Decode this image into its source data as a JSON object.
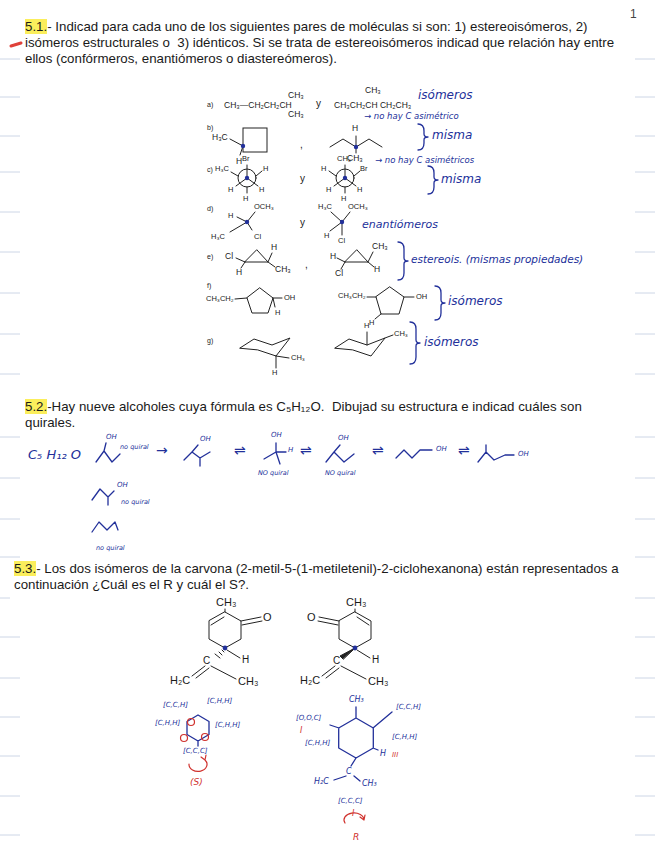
{
  "diagram": {
    "labels": [
      "1",
      "5.1.",
      "- Indicad para cada uno de los siguientes pares de moléculas si son: 1) estereoisómeros, 2) isómeros estructurales o  3) idénticos. Si se trata de estereoisómeros indicad que relación hay entre ellos (confórmeros, enantiómeros o diastereómeros).",
      "a)",
      "CH₃—CH₂CH₂CH",
      "CH₃",
      "CH₃",
      "y",
      "CH₃",
      "CH₃CH₂CH CH₂CH₃",
      "isómeros",
      "b)",
      "H₃C",
      "H",
      ",",
      "H",
      "CH₃",
      "→ no hay C asimétrico",
      "misma",
      "c)",
      "Br",
      "H₃C",
      "H",
      "H",
      "H",
      "H",
      "y",
      "CH₃",
      "Br",
      "H",
      "H",
      "H",
      "H",
      "→ no hay C asimétricos",
      "misma",
      "d)",
      "H",
      "OCH₃",
      "H₃C",
      "Cl",
      "y",
      "H₃C",
      "OCH₃",
      "H",
      "Cl",
      "enantiómeros",
      "e)",
      "Cl",
      "H",
      "H",
      "CH₃",
      ",",
      "H",
      "CH₃",
      "Cl",
      "H",
      "estereois. (mismas propiedades)",
      "f)",
      "CH₃CH₂",
      "OH",
      "H",
      "CH₃CH₂",
      "OH",
      "H",
      "isómeros",
      "g)",
      "CH₃",
      "H",
      "H",
      "CH₃",
      "isómeros",
      "5.2.",
      "-Hay nueve alcoholes cuya fórmula es C₅H₁₂O.  Dibujad su estructura e indicad cuáles son quirales.",
      "C₅ H₁₂ O",
      "OH",
      "no quiral",
      "→",
      "OH",
      "⇌",
      "OH",
      "H",
      "NO quiral",
      "⇌",
      "OH",
      "NO quiral",
      "⇌",
      "OH",
      "⇌",
      "OH",
      "OH",
      "no quiral",
      "no quiral",
      "5.3.",
      "- Los dos isómeros de la carvona (2-metil-5-(1-metiletenil)-2-ciclohexanona) están representados a continuación ¿Cuál es el R y cuál el S?.",
      "CH₃",
      "O",
      "C",
      "H",
      "H₂C",
      "CH₃",
      "CH₃",
      "O",
      "C",
      "H",
      "H₂C",
      "CH₃",
      "[C,C,H]",
      "[C,H,H]",
      "[C,H,H]",
      "[C,H,H]",
      "[C,C,C]",
      "(S)",
      "CH₃",
      "[C,C,H]",
      "[O,O,C]",
      "I",
      "[C,H,H]",
      "[C,H,H]",
      "H",
      "III",
      "H₂C",
      "C",
      "CH₃",
      "[C,C,C]",
      "I",
      "R"
    ]
  }
}
